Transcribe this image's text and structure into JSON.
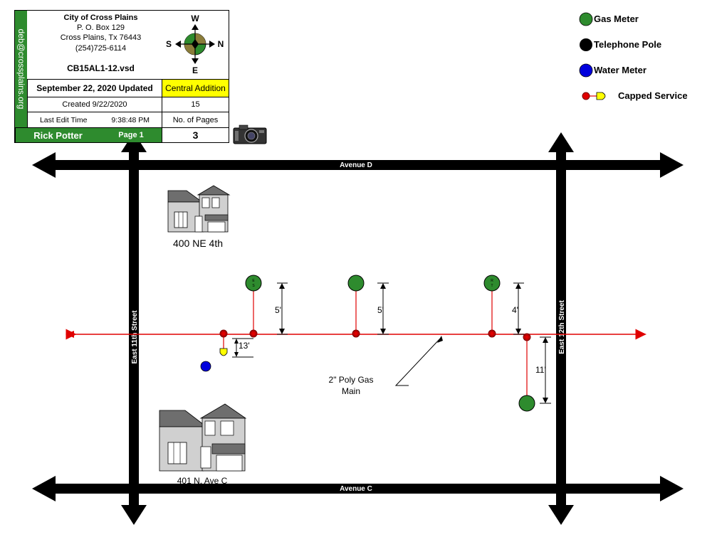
{
  "title_block": {
    "org_name": "City of Cross Plains",
    "address1": "P. O. Box 129",
    "address2": "Cross Plains, Tx  76443",
    "phone": "(254)725-6114",
    "filename": "CB15AL1-12.vsd",
    "email": "deb@crossplains.org",
    "updated": "September 22, 2020 Updated",
    "addition": "Central Addition",
    "created": "Created 9/22/2020",
    "created_value": "15",
    "last_edit_label": "Last Edit Time",
    "last_edit_time": "9:38:48 PM",
    "pages_label": "No. of Pages",
    "author": "Rick Potter",
    "page": "Page 1",
    "pages_count": "3"
  },
  "compass": {
    "top": "W",
    "left": "S",
    "right": "N",
    "bottom": "E"
  },
  "legend": {
    "gas_meter": "Gas Meter",
    "telephone_pole": "Telephone Pole",
    "water_meter": "Water Meter",
    "capped_service": "Capped Service"
  },
  "streets": {
    "top": "Avenue D",
    "bottom": "Avenue C",
    "left": "East 11th Street",
    "right": "East 12th Street"
  },
  "houses": {
    "top": "400 NE 4th",
    "bottom": "401 N. Ave C"
  },
  "dimensions": {
    "d1": "5'",
    "d2": "5'",
    "d3": "4'",
    "d4": "13'",
    "d5": "11'"
  },
  "meter_labels": {
    "m1": "E\nS",
    "m3": "R\nT"
  },
  "gas_main_label": "2\" Poly Gas\nMain",
  "colors": {
    "green": "#2e8b2e",
    "red": "#e00000",
    "yellow": "#ffff00",
    "blue": "#0000dd",
    "black": "#000000"
  }
}
